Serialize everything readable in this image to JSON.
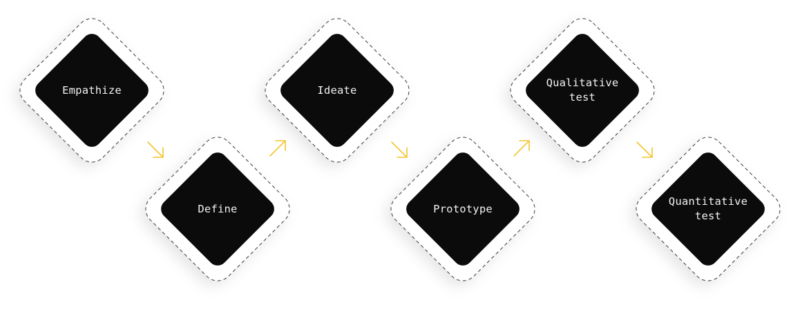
{
  "steps": [
    {
      "label": "Empathize"
    },
    {
      "label": "Define"
    },
    {
      "label": "Ideate"
    },
    {
      "label": "Prototype"
    },
    {
      "label": "Qualitative\ntest"
    },
    {
      "label": "Quantitative\ntest"
    }
  ],
  "colors": {
    "node_fill": "#0b0b0c",
    "dashed_border": "#3a3a3a",
    "arrow": "#f5c42c",
    "text": "#f2f2f2"
  }
}
